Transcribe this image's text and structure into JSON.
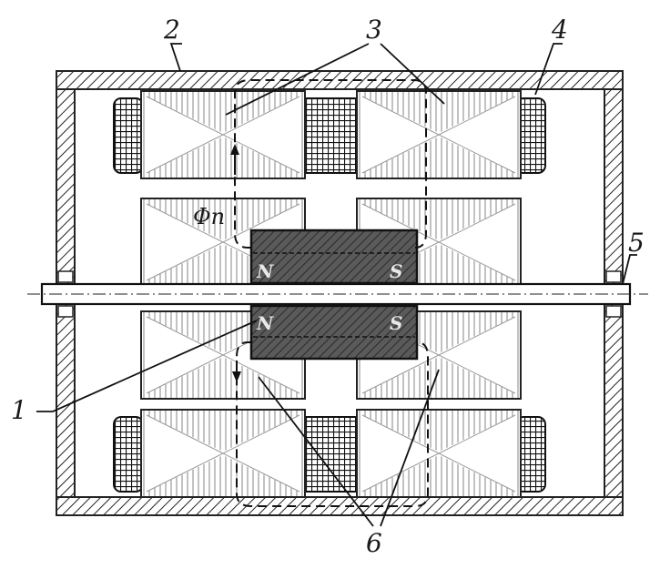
{
  "labels": {
    "housing": "2",
    "pole_cores": "3",
    "winding": "4",
    "shaft": "5",
    "magnet": "1",
    "flux_paths": "6"
  },
  "magnet": {
    "north": "N",
    "south": "S"
  },
  "flux_symbol": "Φп"
}
